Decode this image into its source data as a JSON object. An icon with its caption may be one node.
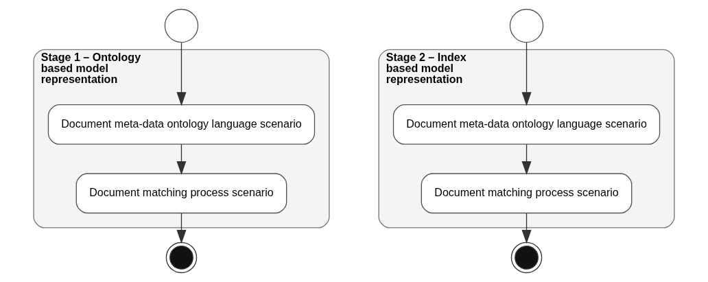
{
  "diagram": {
    "nodes": [
      {
        "text": [],
        "shape": "circle"
      },
      {
        "text": [
          "Stage 1 – Ontology based model representation"
        ]
      },
      {
        "text": [
          "Document meta-data ontology language scenario"
        ],
        "in": 1
      },
      {
        "text": [
          "Document matching process scenario"
        ],
        "in": 1
      },
      {
        "text": [],
        "shape": "bullseye"
      },
      {
        "text": [],
        "shape": "circle"
      },
      {
        "text": [
          "Stage 2 – Index based model representation"
        ]
      },
      {
        "text": [
          "Document meta-data ontology language scenario"
        ],
        "in": 6
      },
      {
        "text": [
          "Document matching process scenario"
        ],
        "in": 6
      },
      {
        "text": [],
        "shape": "bullseye"
      }
    ],
    "edges": [
      {
        "from": 0,
        "to": 2,
        "arrow": "to"
      },
      {
        "from": 2,
        "to": 3,
        "arrow": "to"
      },
      {
        "from": 3,
        "to": 4,
        "arrow": "to"
      },
      {
        "from": 5,
        "to": 7,
        "arrow": "to"
      },
      {
        "from": 7,
        "to": 8,
        "arrow": "to"
      },
      {
        "from": 8,
        "to": 9,
        "arrow": "to"
      }
    ]
  }
}
